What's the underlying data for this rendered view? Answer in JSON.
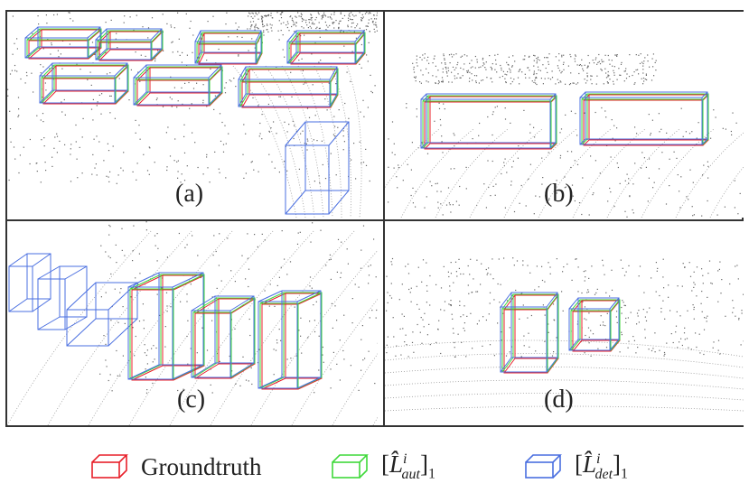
{
  "panels": [
    {
      "label": "(a)"
    },
    {
      "label": "(b)"
    },
    {
      "label": "(c)"
    },
    {
      "label": "(d)"
    }
  ],
  "legend": [
    {
      "name": "Groundtruth",
      "text": "Groundtruth",
      "color": "#e8202a",
      "icon": "red-box-icon"
    },
    {
      "name": "aut",
      "text_prefix": "[",
      "symbol": "L̂",
      "sup": "i",
      "sub": "aut",
      "text_suffix": "]",
      "suffix_sub": "1",
      "color": "#3fd93a",
      "icon": "green-box-icon"
    },
    {
      "name": "det",
      "text_prefix": "[",
      "symbol": "L̂",
      "sup": "i",
      "sub": "det",
      "text_suffix": "]",
      "suffix_sub": "1",
      "color": "#4a6fe0",
      "icon": "blue-box-icon"
    }
  ],
  "colors": {
    "red": "#e8202a",
    "green": "#3fd93a",
    "blue": "#4a6fe0",
    "border": "#333333",
    "points": "#666666"
  }
}
